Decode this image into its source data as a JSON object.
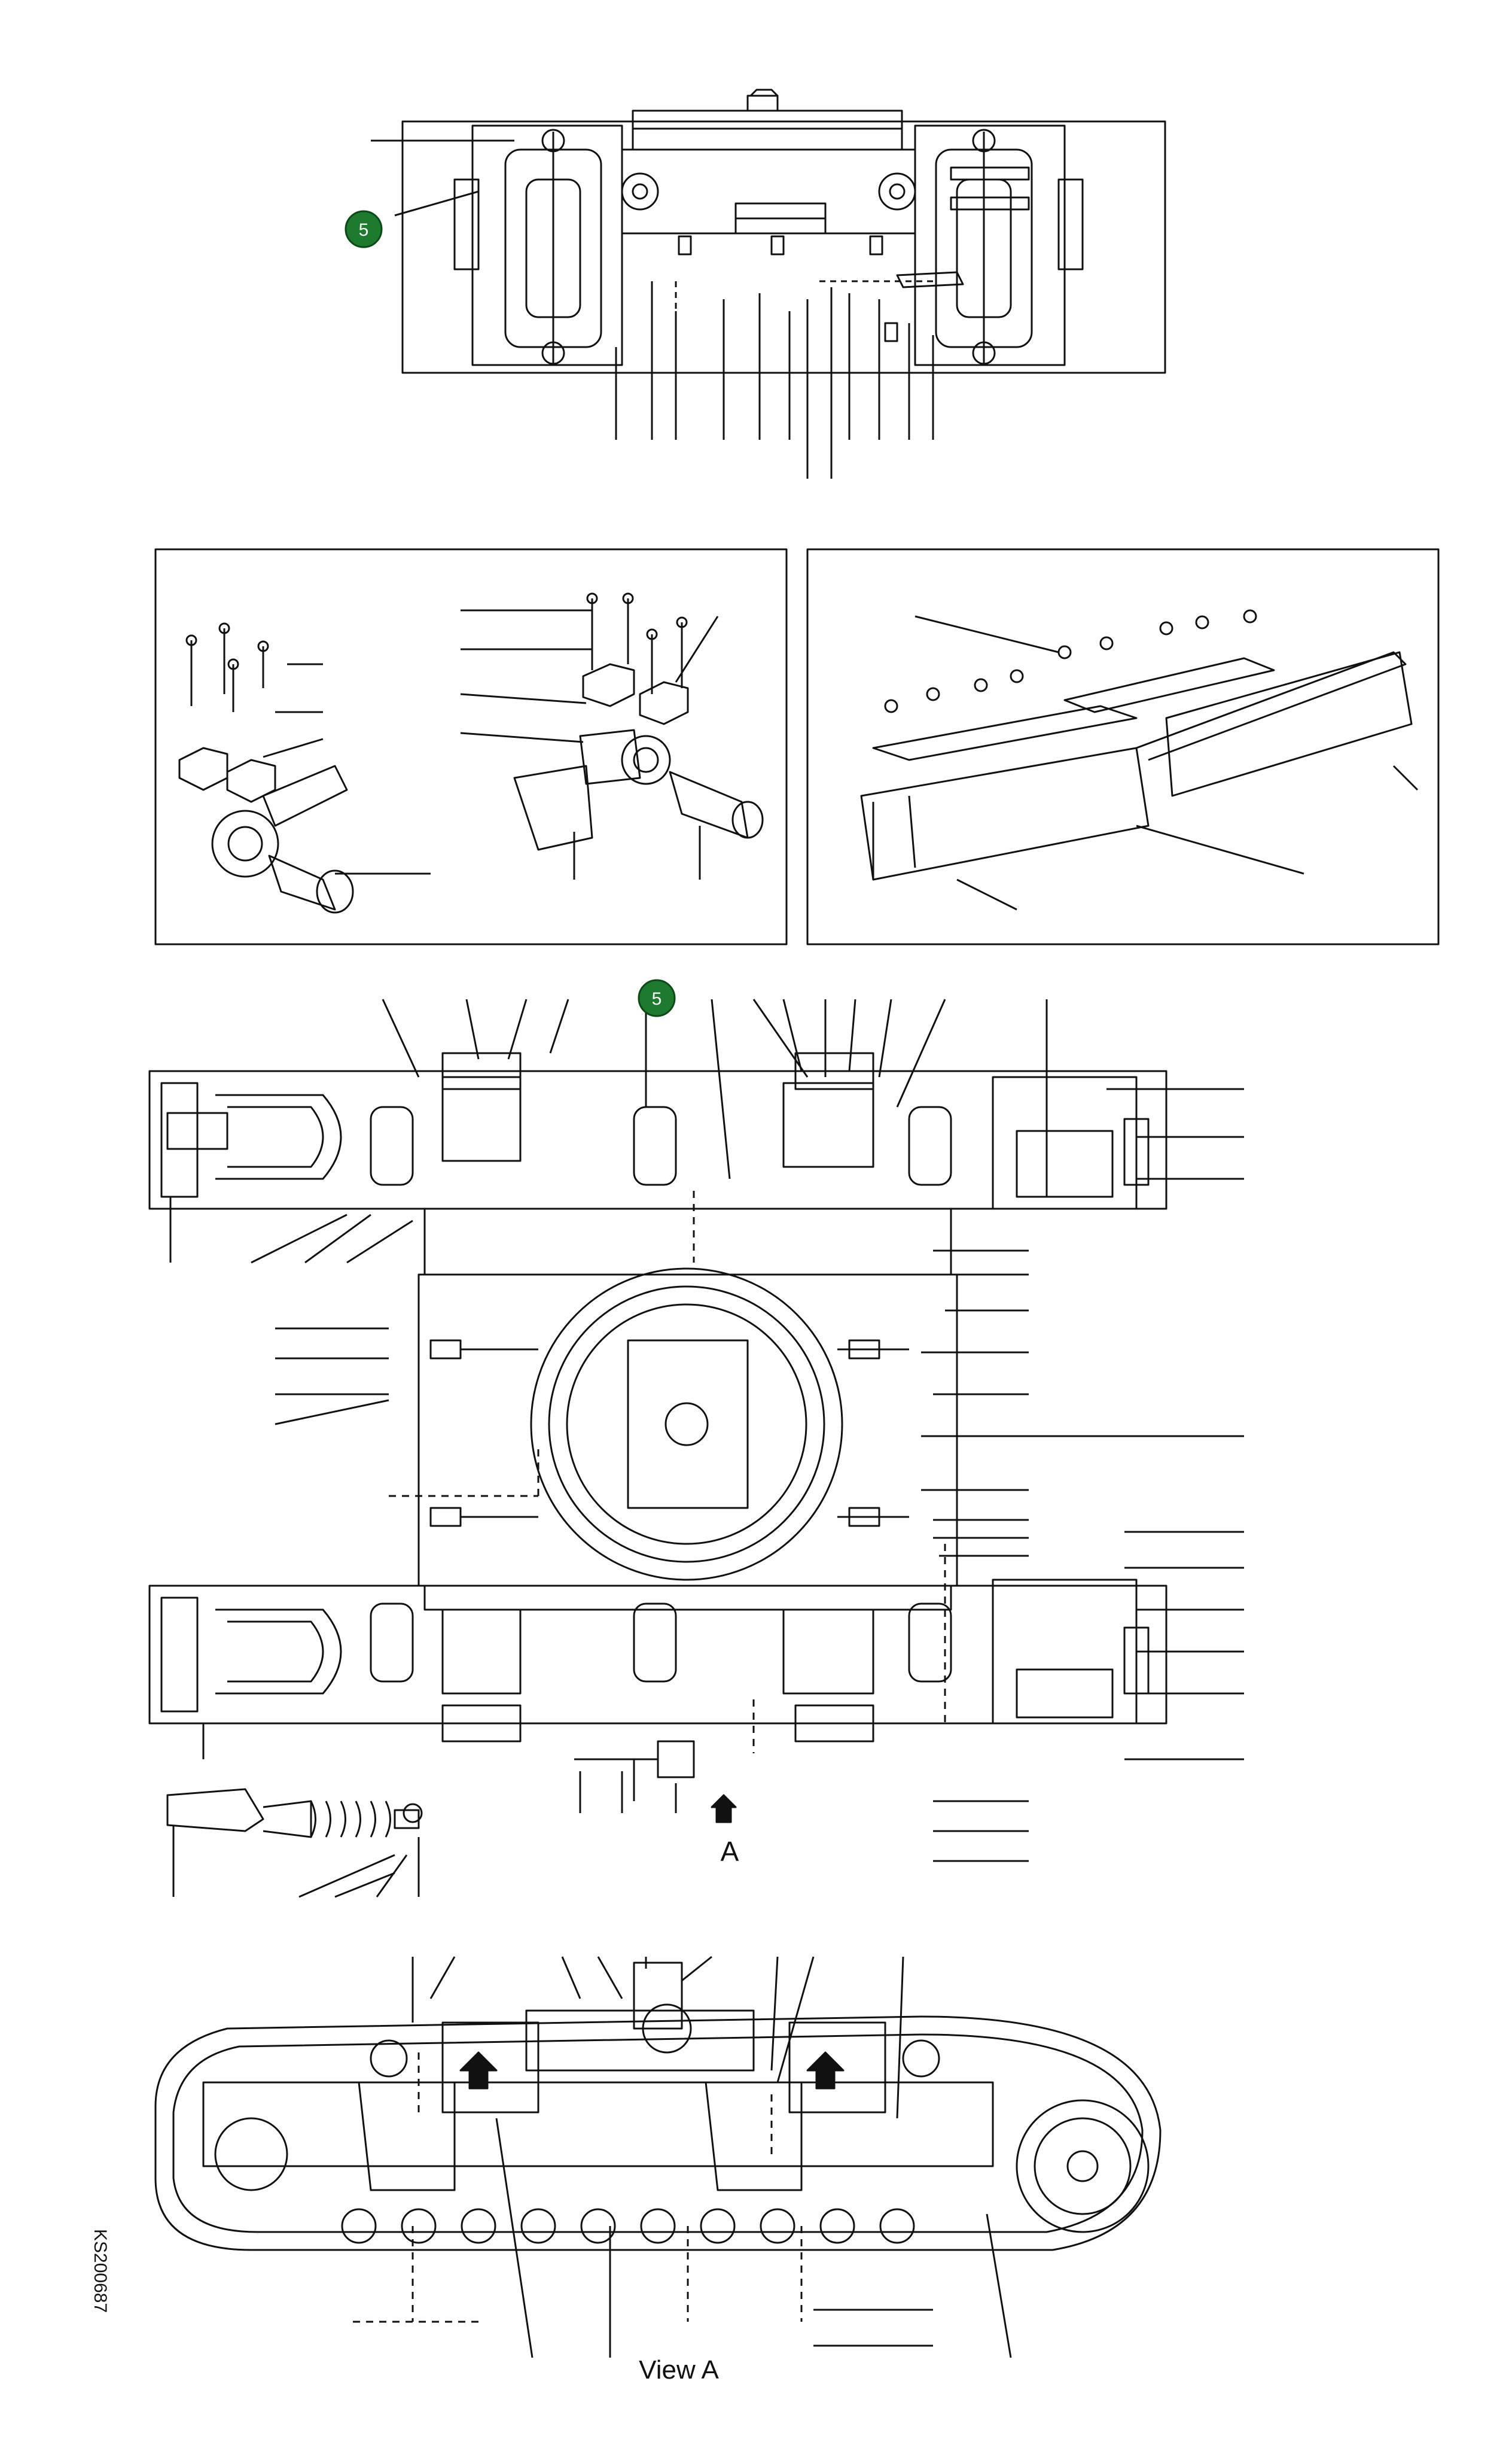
{
  "callouts": [
    {
      "id": "callout-top",
      "text": "5"
    },
    {
      "id": "callout-plan",
      "text": "5"
    }
  ],
  "view_marker": "A",
  "view_caption": "View A",
  "drawing_code": "KS200687",
  "colors": {
    "line": "#111111",
    "badge_fill": "#1e7a2e",
    "badge_stroke": "#0d4a17",
    "badge_text": "#ffffff"
  }
}
